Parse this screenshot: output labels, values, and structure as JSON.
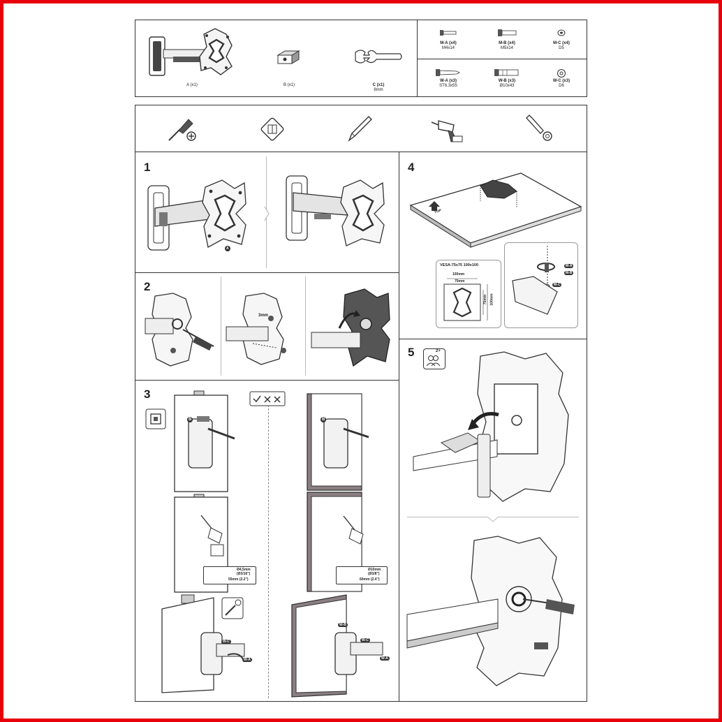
{
  "parts": [
    {
      "label": "A (x1)",
      "spec": ""
    },
    {
      "label": "B (x1)",
      "spec": ""
    },
    {
      "label": "C (x1)",
      "spec": "8mm"
    }
  ],
  "hardware": [
    {
      "label": "M-A (x4)",
      "spec": "M4x14"
    },
    {
      "label": "M-B (x4)",
      "spec": "M5x14"
    },
    {
      "label": "M-C (x4)",
      "spec": "D5"
    },
    {
      "label": "W-A (x3)",
      "spec": "ST6.3x55"
    },
    {
      "label": "W-B (x3)",
      "spec": "Ø10x43"
    },
    {
      "label": "W-C (x3)",
      "spec": "D6"
    }
  ],
  "steps": {
    "s1": "1",
    "s2": "2",
    "s3": "3",
    "s4": "4",
    "s5": "5",
    "s1_marker": "A",
    "s2_gap": "3mm",
    "s4_vesa": "VESA:75x75 100x100",
    "s4_dim100": "100mm",
    "s4_dim75": "75mm",
    "s4_v75": "75mm",
    "s4_v100": "100mm",
    "s4_top": "TOP",
    "s4_ma": "M-A",
    "s4_mb": "M-B",
    "s4_mc": "M-C",
    "s5_people": "2+"
  },
  "drill": {
    "wood_dia": "Ø4,5mm",
    "wood_dia_in": "(Ø3/16\")",
    "wood_depth": "55mm (2.2\")",
    "conc_dia": "Ø10mm",
    "conc_dia_in": "(Ø3/8\")",
    "conc_depth": "60mm (2.4\")"
  },
  "mark_b": "B",
  "wall_tags": {
    "wc": "W-C",
    "wa": "W-A",
    "wb": "W-B"
  },
  "colors": {
    "frame": "#e8000b",
    "line": "#333333",
    "concrete": "#8a7f82"
  }
}
